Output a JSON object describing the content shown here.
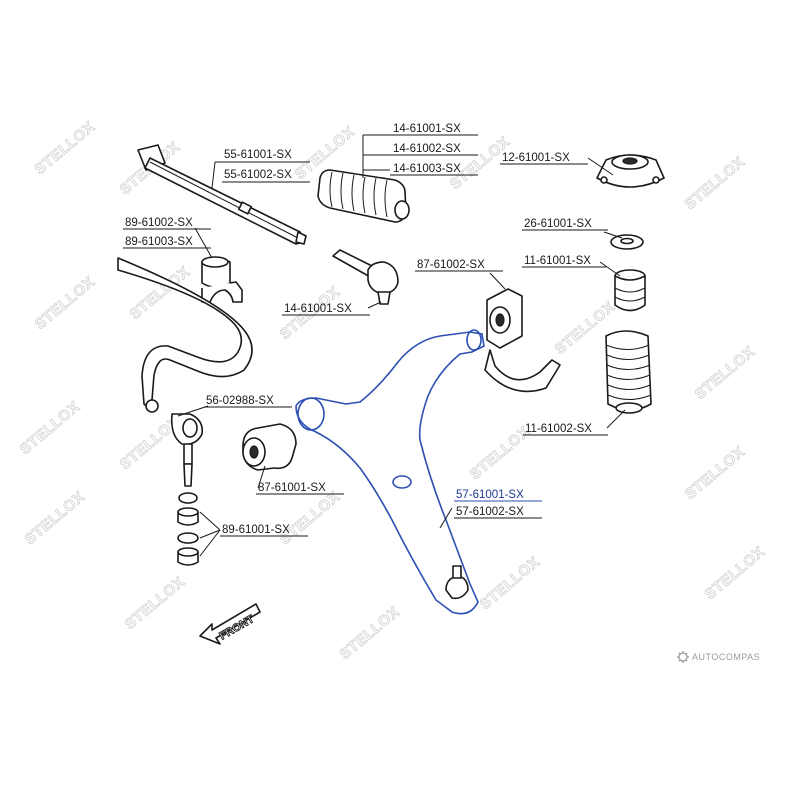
{
  "watermark": {
    "text": "STELLOX"
  },
  "brand": {
    "text": "AUTOCOMPAS",
    "icon": "gear-icon"
  },
  "front_indicator": {
    "text": "FRONT"
  },
  "parts": {
    "tie_rod_axial": [
      "55-61001-SX",
      "55-61002-SX"
    ],
    "steering_boot": [
      "14-61001-SX",
      "14-61002-SX",
      "14-61003-SX"
    ],
    "strut_mount": "12-61001-SX",
    "stab_bushing": [
      "89-61002-SX",
      "89-61003-SX"
    ],
    "bearing": "26-61001-SX",
    "tie_rod_end": "14-61001-SX",
    "arm_bushing_rear": "87-61002-SX",
    "bump_stop": "11-61001-SX",
    "stab_link": "56-02988-SX",
    "dust_cover": "11-61002-SX",
    "arm_bushing_front": "87-61001-SX",
    "control_arm": [
      "57-61001-SX",
      "57-61002-SX"
    ],
    "link_bushing": "89-61001-SX"
  },
  "colors": {
    "highlight": "#2b4fb4",
    "line": "#1a1a1a",
    "watermark": "#d0d0d0"
  }
}
